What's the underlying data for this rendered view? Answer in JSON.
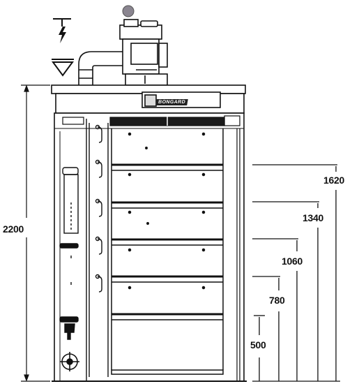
{
  "brand": {
    "name": "BONGARD"
  },
  "dimensions": {
    "overall_height": "2200",
    "levels": [
      {
        "id": "deck-1",
        "label": "500"
      },
      {
        "id": "deck-2",
        "label": "780"
      },
      {
        "id": "deck-3",
        "label": "1060"
      },
      {
        "id": "deck-4",
        "label": "1340"
      },
      {
        "id": "deck-5",
        "label": "1620"
      }
    ]
  },
  "icons": [
    "electric-supply-icon",
    "gas-supply-icon",
    "exhaust-outlet-icon",
    "pressure-gauge-icon",
    "door-handle-icon"
  ],
  "colors": {
    "line": "#111111",
    "outlet": "#8a8590",
    "panel": "#f7f7f7"
  }
}
